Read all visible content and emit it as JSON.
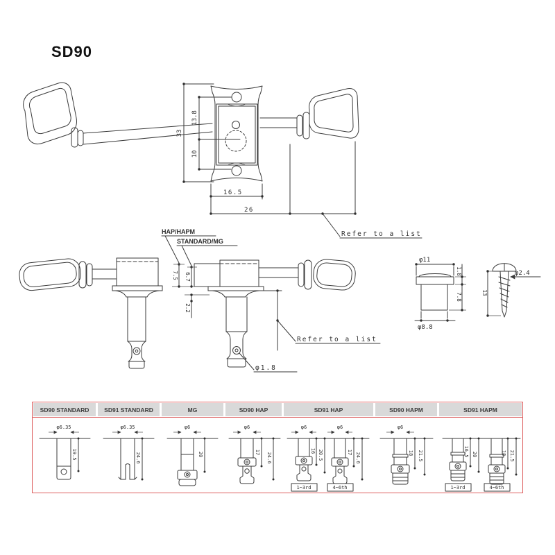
{
  "title": "SD90",
  "colors": {
    "line": "#3a3a3a",
    "table_border": "#dd5f5f",
    "header_bg": "#d9d9d9"
  },
  "top_view": {
    "dims": {
      "plate_height": "33",
      "upper_hole_span": "13.8",
      "lower_hole_span": "10",
      "plate_width": "16.5",
      "overall_width": "26"
    },
    "note": "Refer to a list"
  },
  "side_view": {
    "labels": {
      "hap": "HAP/HAPM",
      "standard": "STANDARD/MG"
    },
    "dims": {
      "hap_height": "7.5",
      "standard_height": "6.7",
      "bushing_step": "2.2",
      "string_hole_dia": "φ1.8"
    },
    "note": "Refer to a list"
  },
  "bushing": {
    "top_dia": "φ11",
    "flange_height": "1.8",
    "body_height": "7.8",
    "bottom_dia": "φ8.8"
  },
  "screw": {
    "shaft_dia": "φ2.4",
    "length": "13"
  },
  "table": {
    "columns": [
      {
        "label": "SD90 STANDARD",
        "posts": [
          {
            "dia": "φ6.35",
            "dims": [
              "19.5"
            ]
          }
        ]
      },
      {
        "label": "SD91 STANDARD",
        "posts": [
          {
            "dia": "φ6.35",
            "dims": [
              "24.6"
            ]
          }
        ]
      },
      {
        "label": "MG",
        "posts": [
          {
            "dia": "φ6",
            "dims": [
              "20"
            ]
          }
        ]
      },
      {
        "label": "SD90 HAP",
        "posts": [
          {
            "dia": "φ6",
            "dims": [
              "17",
              "24.6"
            ]
          }
        ]
      },
      {
        "label": "SD91 HAP",
        "posts": [
          {
            "dia": "φ6",
            "dims": [
              "16",
              "20.5"
            ],
            "tag": "1~3rd"
          },
          {
            "dia": "φ6",
            "dims": [
              "17",
              "24.6"
            ],
            "tag": "4~6th"
          }
        ]
      },
      {
        "label": "SD90 HAPM",
        "posts": [
          {
            "dia": "φ6",
            "dims": [
              "18",
              "21.5"
            ]
          }
        ]
      },
      {
        "label": "SD91 HAPM",
        "posts": [
          {
            "dims": [
              "16.5",
              "20"
            ],
            "tag": "1~3rd"
          },
          {
            "dims": [
              "18",
              "21.5"
            ],
            "tag": "4~6th"
          }
        ]
      }
    ]
  }
}
